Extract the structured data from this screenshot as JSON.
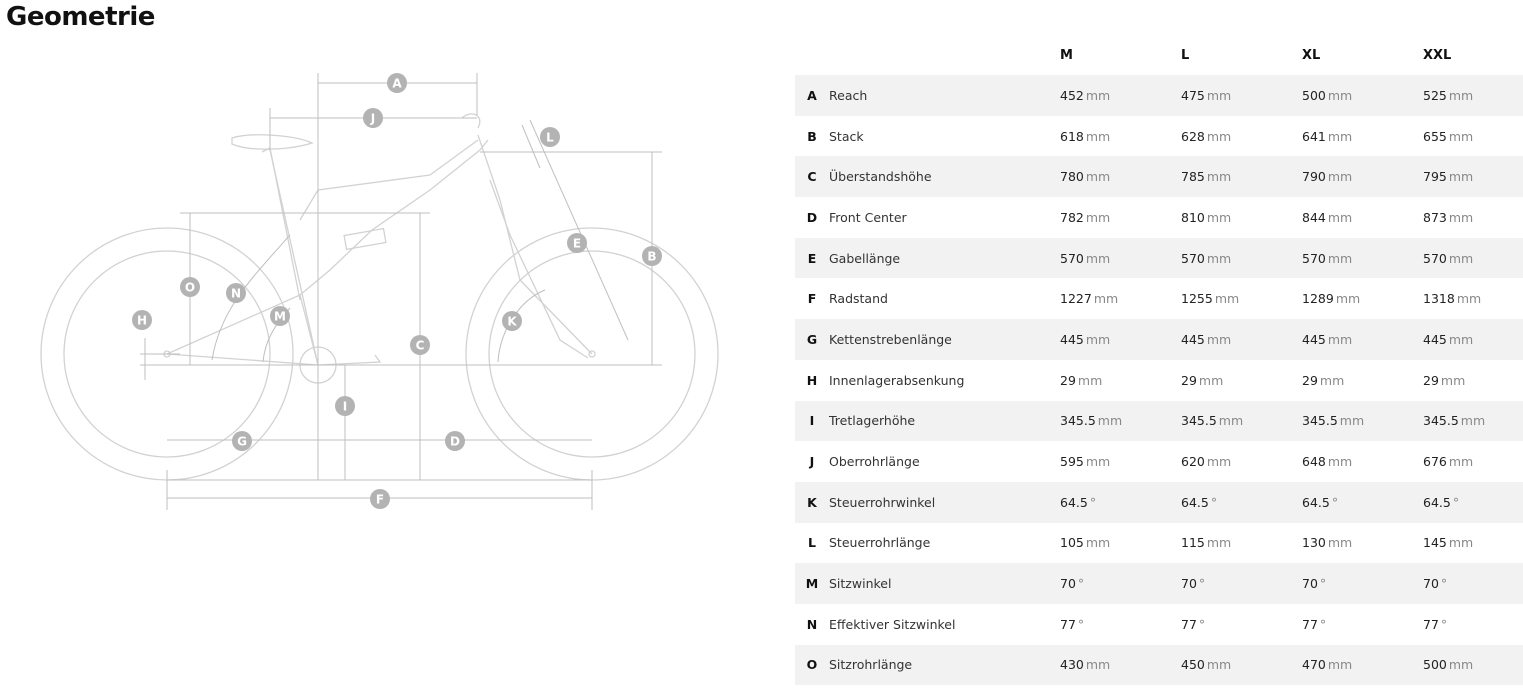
{
  "page_title": "Geometrie",
  "sizes": [
    "M",
    "L",
    "XL",
    "XXL"
  ],
  "rows": [
    {
      "key": "A",
      "label": "Reach",
      "unit": "mm",
      "values": [
        "452",
        "475",
        "500",
        "525"
      ]
    },
    {
      "key": "B",
      "label": "Stack",
      "unit": "mm",
      "values": [
        "618",
        "628",
        "641",
        "655"
      ]
    },
    {
      "key": "C",
      "label": "Überstandshöhe",
      "unit": "mm",
      "values": [
        "780",
        "785",
        "790",
        "795"
      ]
    },
    {
      "key": "D",
      "label": "Front Center",
      "unit": "mm",
      "values": [
        "782",
        "810",
        "844",
        "873"
      ]
    },
    {
      "key": "E",
      "label": "Gabellänge",
      "unit": "mm",
      "values": [
        "570",
        "570",
        "570",
        "570"
      ]
    },
    {
      "key": "F",
      "label": "Radstand",
      "unit": "mm",
      "values": [
        "1227",
        "1255",
        "1289",
        "1318"
      ]
    },
    {
      "key": "G",
      "label": "Kettenstrebenlänge",
      "unit": "mm",
      "values": [
        "445",
        "445",
        "445",
        "445"
      ]
    },
    {
      "key": "H",
      "label": "Innenlagerabsenkung",
      "unit": "mm",
      "values": [
        "29",
        "29",
        "29",
        "29"
      ]
    },
    {
      "key": "I",
      "label": "Tretlagerhöhe",
      "unit": "mm",
      "values": [
        "345.5",
        "345.5",
        "345.5",
        "345.5"
      ]
    },
    {
      "key": "J",
      "label": "Oberrohrlänge",
      "unit": "mm",
      "values": [
        "595",
        "620",
        "648",
        "676"
      ]
    },
    {
      "key": "K",
      "label": "Steuerrohrwinkel",
      "unit": "°",
      "values": [
        "64.5",
        "64.5",
        "64.5",
        "64.5"
      ]
    },
    {
      "key": "L",
      "label": "Steuerrohrlänge",
      "unit": "mm",
      "values": [
        "105",
        "115",
        "130",
        "145"
      ]
    },
    {
      "key": "M",
      "label": "Sitzwinkel",
      "unit": "°",
      "values": [
        "70",
        "70",
        "70",
        "70"
      ]
    },
    {
      "key": "N",
      "label": "Effektiver Sitzwinkel",
      "unit": "°",
      "values": [
        "77",
        "77",
        "77",
        "77"
      ]
    },
    {
      "key": "O",
      "label": "Sitzrohrlänge",
      "unit": "mm",
      "values": [
        "430",
        "450",
        "470",
        "500"
      ]
    }
  ],
  "diagram_labels": [
    "A",
    "B",
    "C",
    "D",
    "E",
    "F",
    "G",
    "H",
    "I",
    "J",
    "K",
    "L",
    "M",
    "N",
    "O"
  ],
  "colors": {
    "row_stripe": "#f2f2f2",
    "diagram_line": "#cfcfcf",
    "label_circle": "#b3b3b3"
  }
}
